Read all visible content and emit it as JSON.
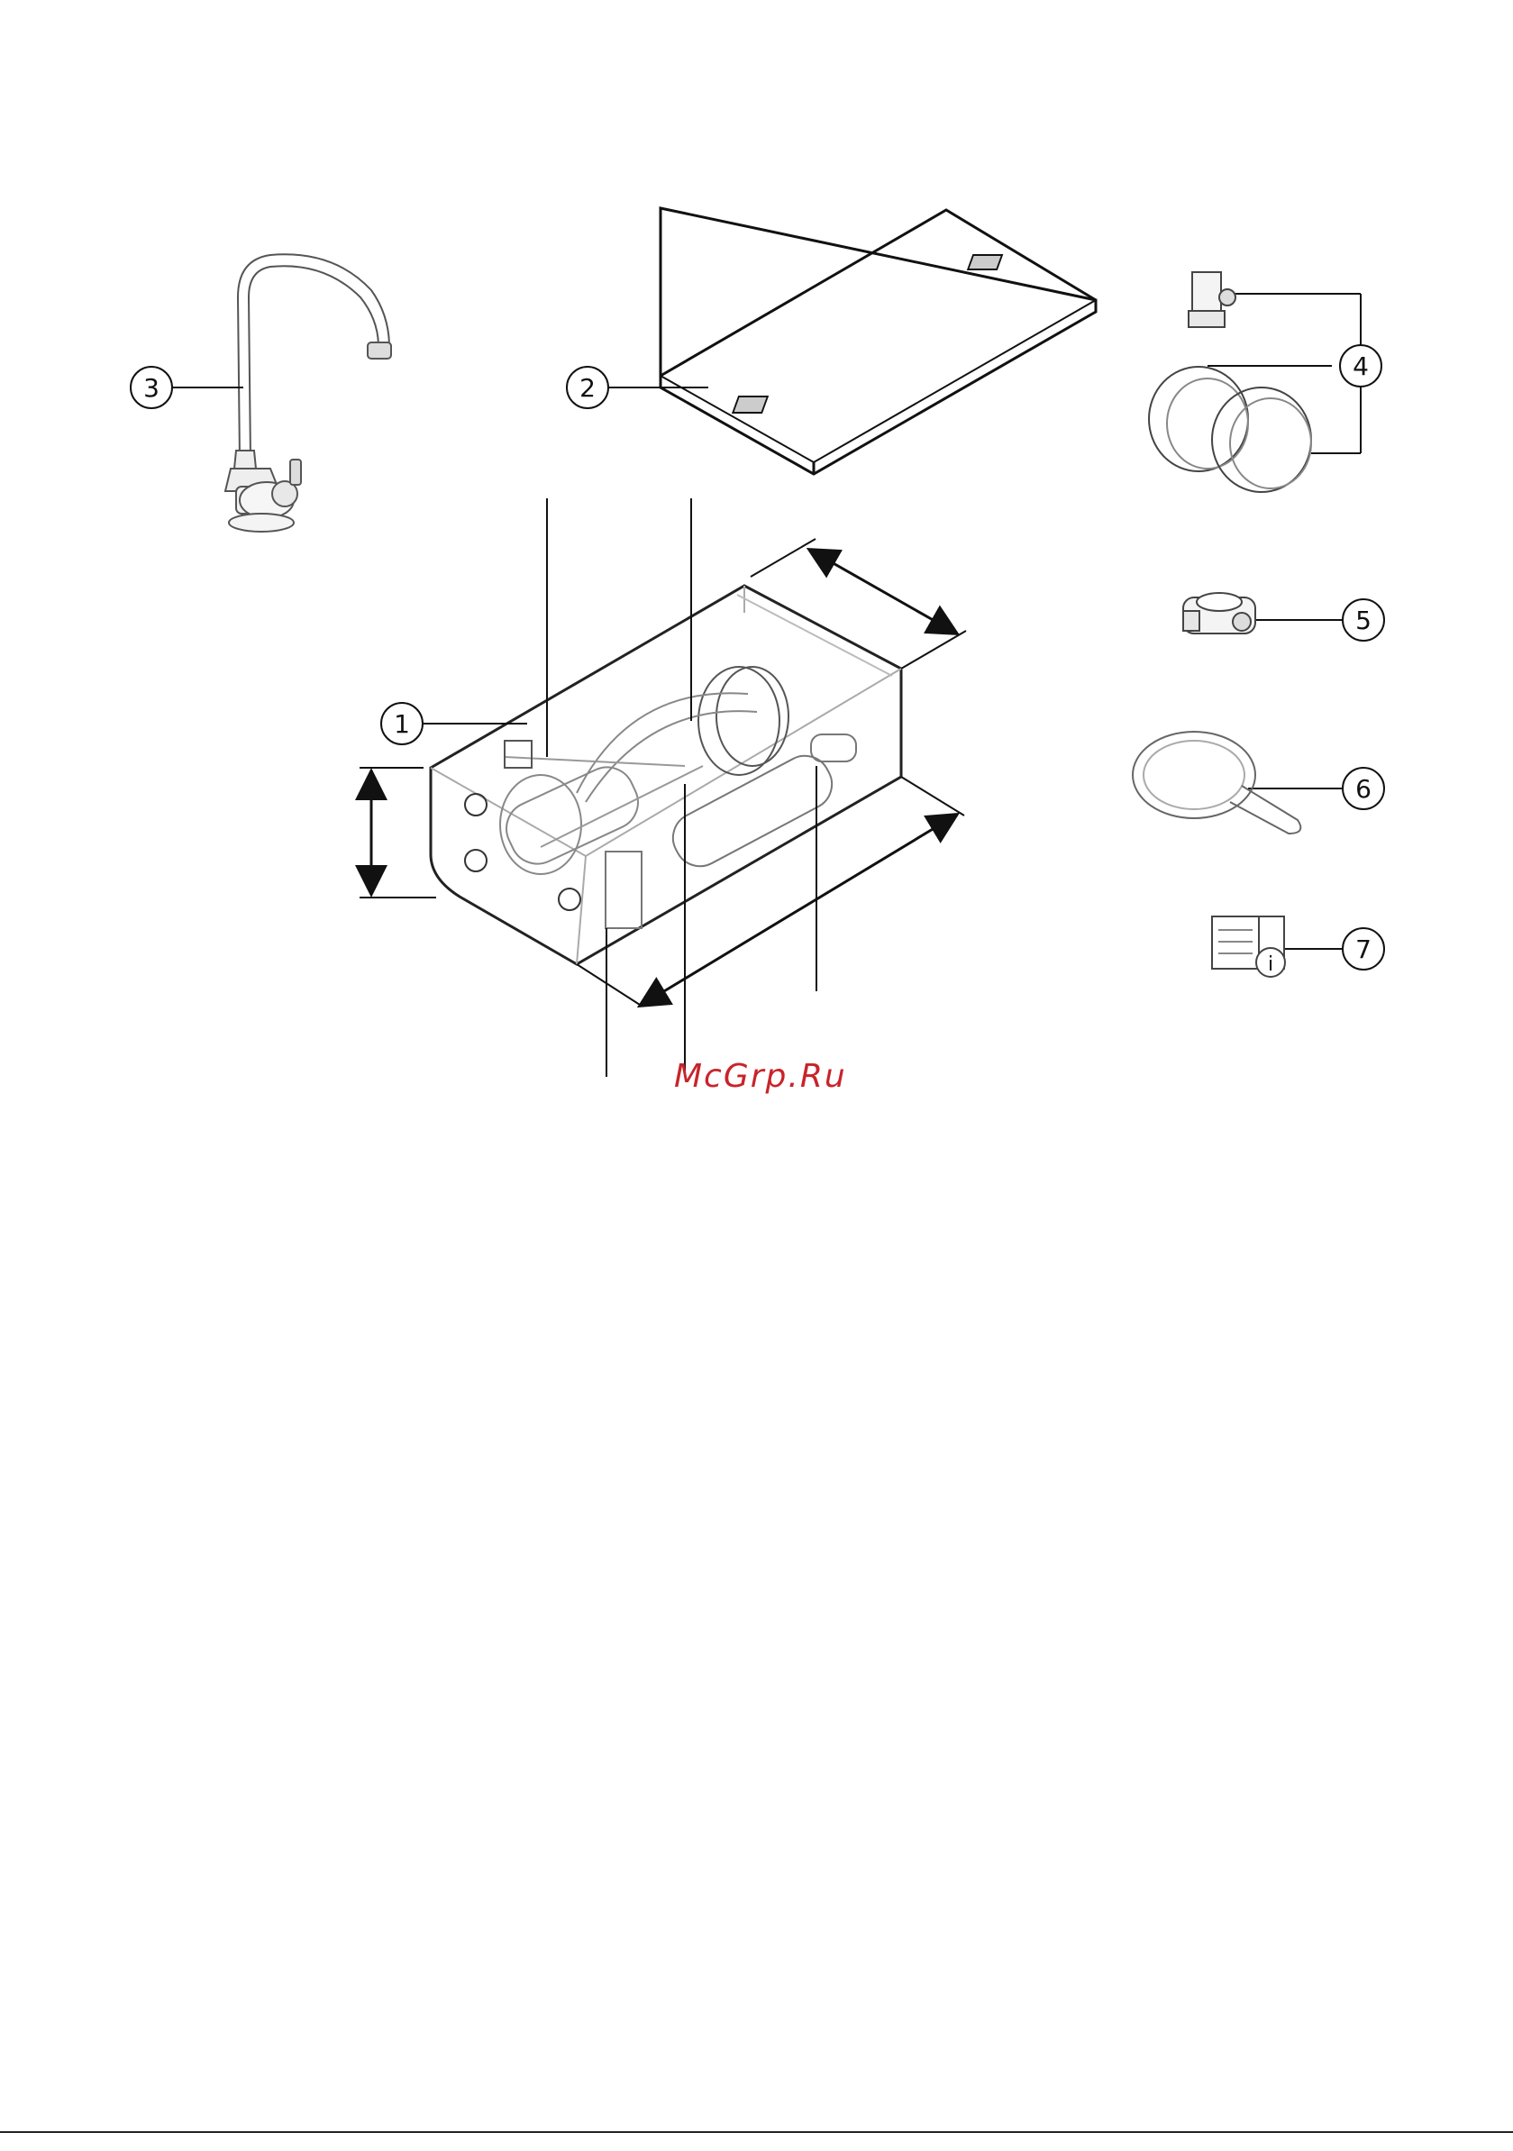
{
  "callouts": [
    {
      "id": "1",
      "label": "1"
    },
    {
      "id": "2",
      "label": "2"
    },
    {
      "id": "3",
      "label": "3"
    },
    {
      "id": "4",
      "label": "4"
    },
    {
      "id": "5",
      "label": "5"
    },
    {
      "id": "6",
      "label": "6"
    },
    {
      "id": "7",
      "label": "7"
    }
  ],
  "parts": {
    "p1": "filter-unit",
    "p2": "lid",
    "p3": "faucet",
    "p4": "connection-valve-and-tube",
    "p5": "drain-clamp",
    "p6": "filter-wrench",
    "p7": "manual-icon"
  },
  "manual_info_glyph": "i",
  "watermark": "McGrp.Ru",
  "colors": {
    "line": "#111111",
    "light": "#9a9a9a",
    "watermark": "#c8242a"
  }
}
